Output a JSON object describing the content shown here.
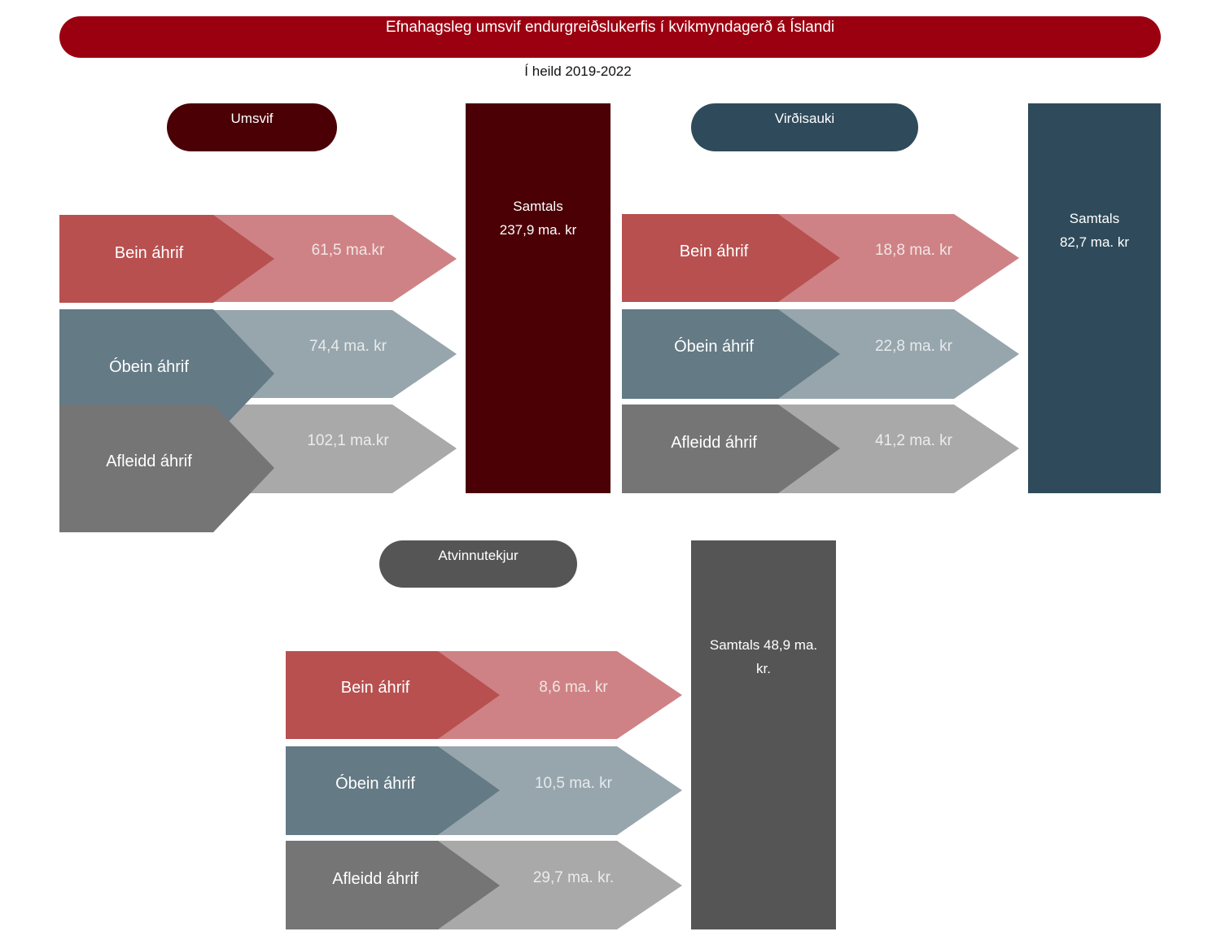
{
  "title": "Efnahagsleg umsvif endurgreiðslukerfis í kvikmyndagerð á Íslandi",
  "subtitle": "Í heild 2019-2022",
  "colors": {
    "banner": "#9b0010",
    "umsvif": "#4a0005",
    "virdisauki": "#2f4b5b",
    "atvinnutekjur": "#555555",
    "bein_dark": "#b85050",
    "bein_light": "#cf8285",
    "obein_dark": "#647a85",
    "obein_light": "#97a6ad",
    "afleidd_dark": "#757575",
    "afleidd_light": "#a9a9a9"
  },
  "sections": {
    "umsvif": {
      "heading": "Umsvif",
      "items": [
        {
          "label": "Bein áhrif",
          "value": "61,5 ma.kr"
        },
        {
          "label": "Óbein áhrif",
          "value": "74,4 ma. kr"
        },
        {
          "label": "Afleidd áhrif",
          "value": "102,1 ma.kr"
        }
      ],
      "total_line1": "Samtals",
      "total_line2": "237,9 ma. kr"
    },
    "virdisauki": {
      "heading": "Virðisauki",
      "items": [
        {
          "label": "Bein áhrif",
          "value": "18,8 ma. kr"
        },
        {
          "label": "Óbein áhrif",
          "value": "22,8 ma. kr"
        },
        {
          "label": "Afleidd áhrif",
          "value": "41,2 ma. kr"
        }
      ],
      "total_line1": "Samtals",
      "total_line2": "82,7 ma. kr"
    },
    "atvinnutekjur": {
      "heading": "Atvinnutekjur",
      "items": [
        {
          "label": "Bein áhrif",
          "value": "8,6 ma. kr"
        },
        {
          "label": "Óbein áhrif",
          "value": "10,5 ma. kr"
        },
        {
          "label": "Afleidd áhrif",
          "value": "29,7 ma. kr."
        }
      ],
      "total_line1": "Samtals 48,9 ma.",
      "total_line2": "kr."
    }
  }
}
